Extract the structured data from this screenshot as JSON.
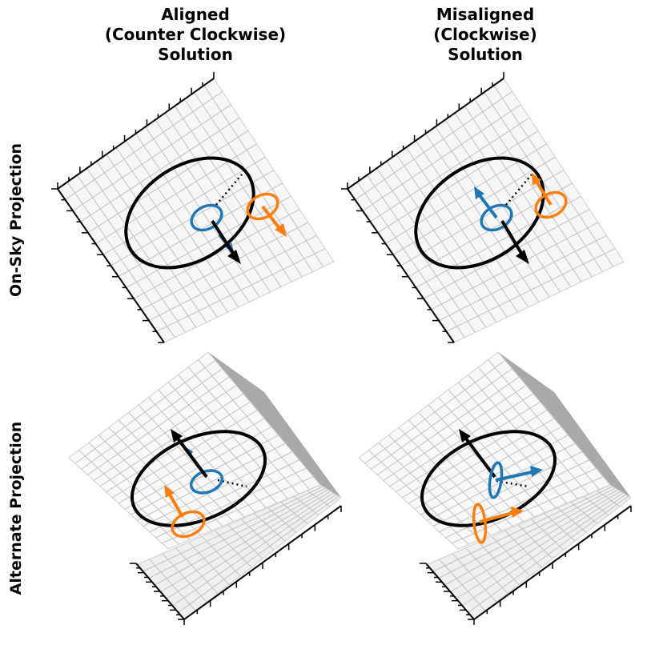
{
  "columns": [
    {
      "lines": [
        "Aligned",
        "(Counter Clockwise)",
        "Solution"
      ]
    },
    {
      "lines": [
        "Misaligned",
        "(Clockwise)",
        "Solution"
      ]
    }
  ],
  "rows": [
    {
      "label": "On-Sky Projection"
    },
    {
      "label": "Alternate Projection"
    }
  ],
  "colors": {
    "outer_orbit": "#000000",
    "planet_b": "#1f77b4",
    "planet_c": "#ff7f0e",
    "grid_line": "#bdbdbd",
    "pane_light": "#f7f7f7",
    "pane_dark": "#b7b7b7"
  }
}
